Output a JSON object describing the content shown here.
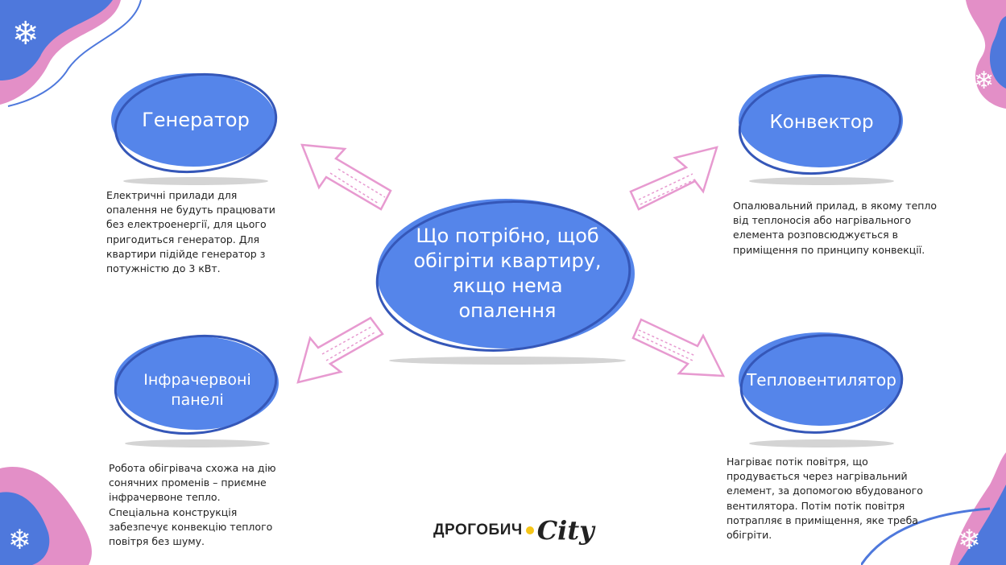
{
  "center": {
    "title": "Що потрібно, щоб обігріти квартиру, якщо нема опалення"
  },
  "nodes": [
    {
      "title": "Генератор",
      "description": "Електричні прилади для опалення не будуть працювати без електроенергії, для цього пригодиться генератор.  Для квартири підійде генератор з потужністю до 3 кВт."
    },
    {
      "title": "Конвектор",
      "description": "Опалювальний прилад, в якому тепло від теплоносія або нагрівального елемента розповсюджується в приміщення по принципу конвекції."
    },
    {
      "title": "Інфрачервоні панелі",
      "description": "Робота обігрівача схожа на дію сонячних променів – приємне інфрачервоне тепло. Спеціальна конструкція забезпечує конвекцію теплого повітря без шуму."
    },
    {
      "title": "Тепловентилятор",
      "description": "Нагріває потік повітря, що продувається через нагрівальний елемент, за допомогою вбудованого вентилятора. Потім потік повітря потрапляє в приміщення, яке треба обігріти."
    }
  ],
  "logo": {
    "brand": "ДРОГОБИЧ",
    "suffix": "City"
  },
  "colors": {
    "fill": "#5585ea",
    "outline": "#3557b8",
    "arrow": "#e79ad0",
    "shadow": "#d4d4d4",
    "pink": "#e38fc7"
  }
}
